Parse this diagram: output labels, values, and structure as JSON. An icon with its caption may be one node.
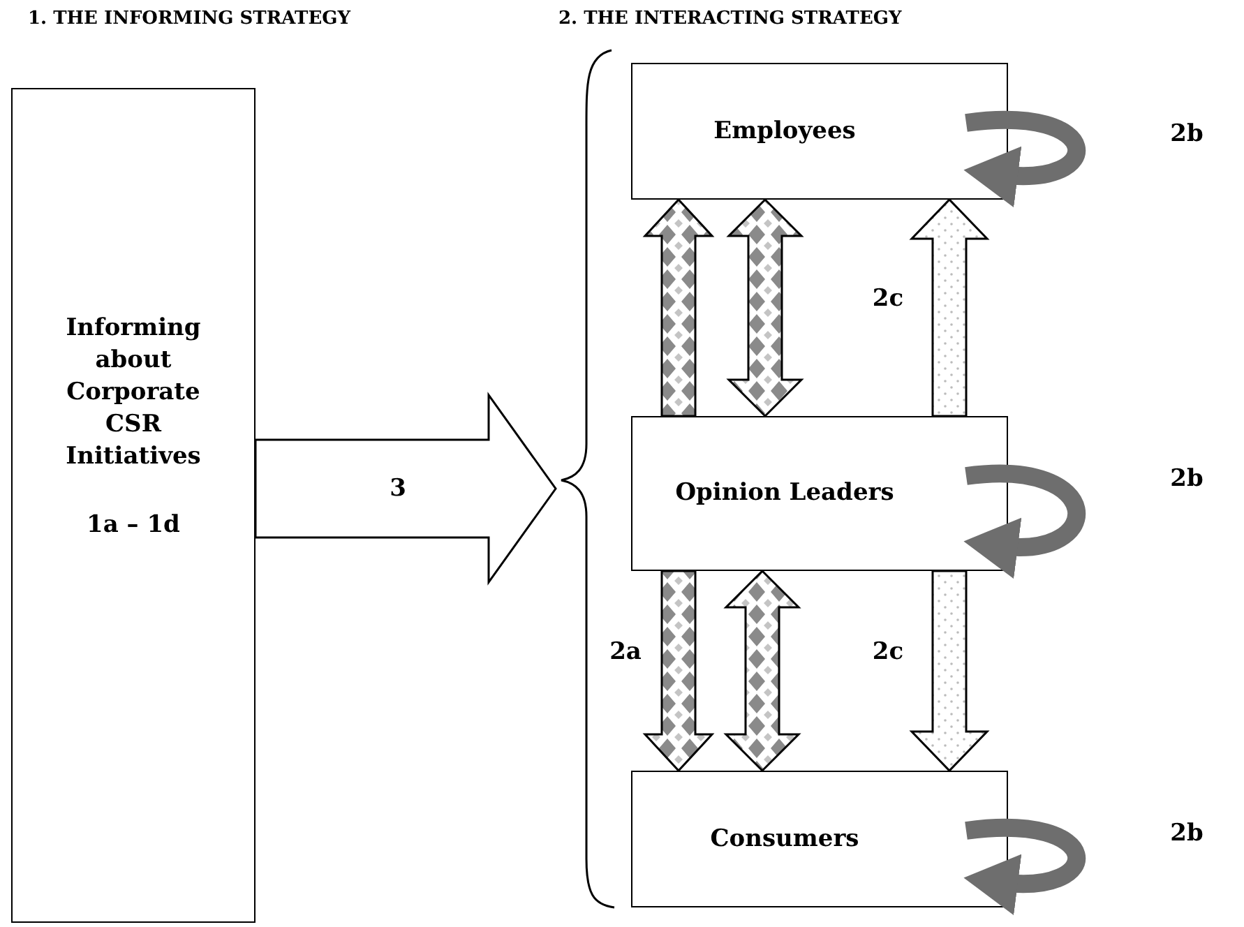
{
  "diagram": {
    "nodes": [
      {
        "text": [
          "Informing about Corporate CSR Initiatives",
          "1a – 1d"
        ]
      },
      {
        "text": [
          "Employees"
        ]
      },
      {
        "text": [
          "Opinion Leaders"
        ]
      },
      {
        "text": [
          "Consumers"
        ]
      }
    ],
    "edges": [
      {
        "from": 2,
        "to": 1,
        "arrow": "to",
        "color": "#8a8a8a"
      },
      {
        "from": 2,
        "to": 3,
        "arrow": "to",
        "label": "2a",
        "color": "#8a8a8a"
      },
      {
        "from": 1,
        "to": 2,
        "arrow": "both",
        "color": "#8a8a8a"
      },
      {
        "from": 2,
        "to": 3,
        "arrow": "both",
        "color": "#8a8a8a"
      },
      {
        "from": 2,
        "to": 1,
        "arrow": "to",
        "label": "2c"
      },
      {
        "from": 2,
        "to": 3,
        "arrow": "to",
        "label": "2c"
      },
      {
        "from": 1,
        "to": 1,
        "arrow": "to",
        "label": "2b",
        "color": "#6e6e6e"
      },
      {
        "from": 2,
        "to": 2,
        "arrow": "to",
        "label": "2b",
        "color": "#6e6e6e"
      },
      {
        "from": 3,
        "to": 3,
        "arrow": "to",
        "label": "2b",
        "color": "#6e6e6e"
      },
      {
        "from": 0,
        "to": null,
        "arrow": "to",
        "label": "3"
      }
    ],
    "labels": [
      "1. THE INFORMING STRATEGY",
      "2. THE INTERACTING STRATEGY"
    ]
  }
}
